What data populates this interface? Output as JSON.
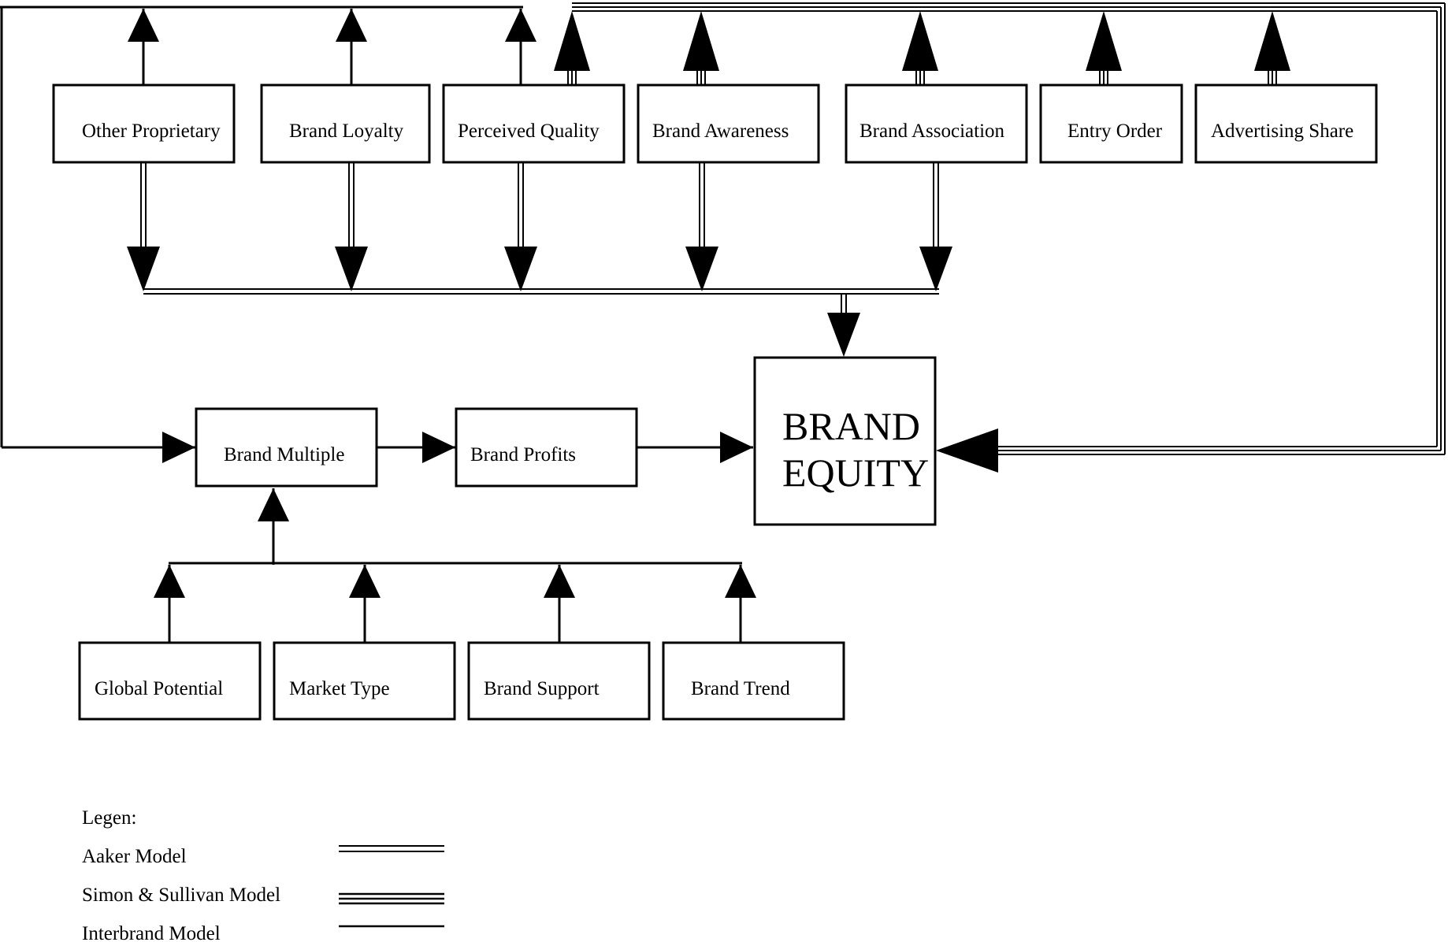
{
  "diagram": {
    "boxes": {
      "other_proprietary": "Other Proprietary",
      "brand_loyalty": "Brand Loyalty",
      "perceived_quality": "Perceived Quality",
      "brand_awareness": "Brand Awareness",
      "brand_association": "Brand Association",
      "entry_order": "Entry Order",
      "advertising_share": "Advertising Share",
      "brand_multiple": "Brand Multiple",
      "brand_profits": "Brand Profits",
      "brand_equity_line1": "BRAND",
      "brand_equity_line2": "EQUITY",
      "global_potential": "Global Potential",
      "market_type": "Market Type",
      "brand_support": "Brand Support",
      "brand_trend": "Brand Trend"
    },
    "legend": {
      "title": "Legen:",
      "items": [
        {
          "label": "Aaker Model",
          "line_style": "double"
        },
        {
          "label": "Simon & Sullivan Model",
          "line_style": "triple"
        },
        {
          "label": "Interbrand Model",
          "line_style": "single"
        }
      ]
    }
  }
}
